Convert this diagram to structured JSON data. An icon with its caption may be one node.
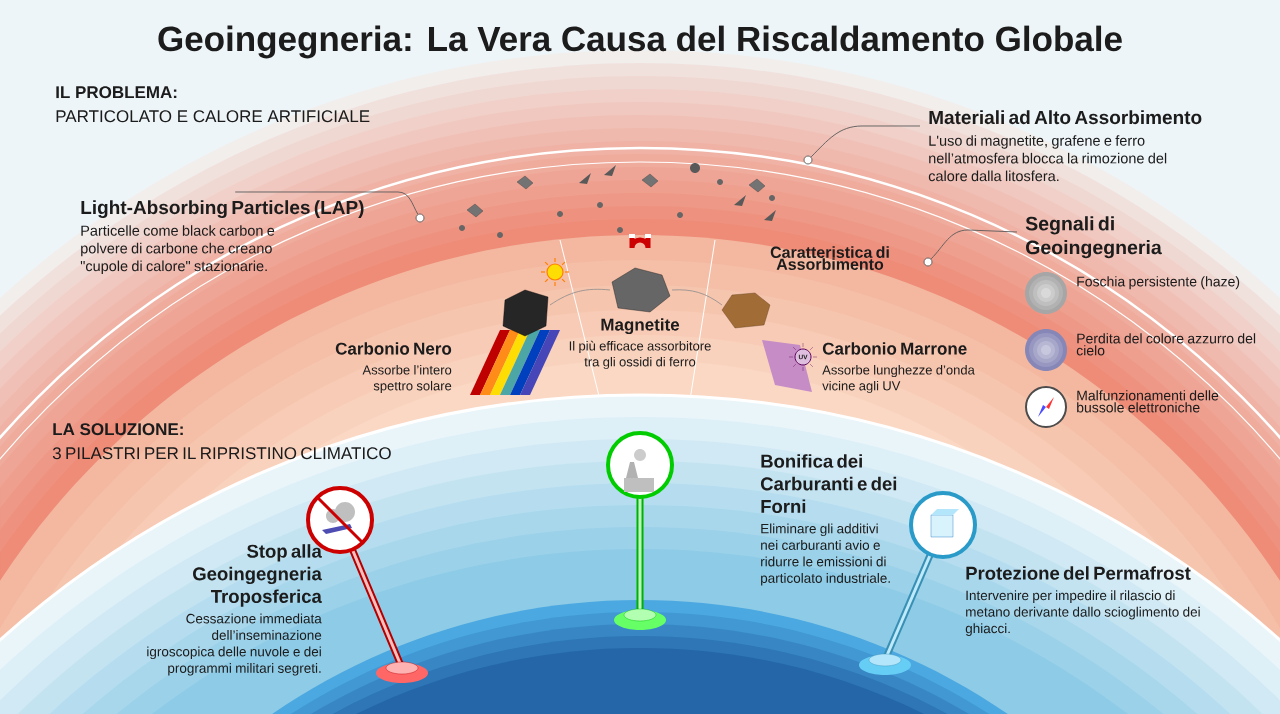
{
  "diagram": {
    "title": "Geoingegneria: La Vera Causa del Riscaldamento Globale",
    "nodes": [
      {
        "text": [
          "Light-Absorbing Particles (LAP)",
          "Particelle come black carbon e polvere di carbone che creano \"cupole di calore\" stazionarie."
        ]
      },
      {
        "text": [
          "Materiali ad Alto Assorbimento",
          "L'uso di magnetite, grafene e ferro nell’atmosfera blocca la rimozione del calore dalla litosfera."
        ]
      },
      {
        "text": [
          "Segnali di Geoingegneria"
        ]
      },
      {
        "text": [
          "Carbonio Nero",
          "Assorbe l’intero spettro solare"
        ]
      },
      {
        "text": [
          "Magnetite",
          "Il più efficace assorbitore tra gli ossidi di ferro"
        ]
      },
      {
        "text": [
          "Carbonio Marrone",
          "Assorbe lunghezze d’onda vicine agli UV"
        ]
      },
      {
        "text": [
          "Stop alla Geoingegneria Troposferica",
          "Cessazione immediata dell’inseminazione igroscopica delle nuvole e dei programmi militari segreti."
        ]
      },
      {
        "text": [
          "Bonifica dei Carburanti e dei Forni",
          "Eliminare gli additivi nei carburanti avio e ridurre le emissioni di particolato industriale."
        ]
      },
      {
        "text": [
          "Protezione del Permafrost",
          "Intervenire per impedire il rilascio di metano derivante dallo scioglimento dei ghiacci."
        ]
      },
      {
        "text": [],
        "shape": "circle"
      },
      {
        "text": [],
        "shape": "circle"
      },
      {
        "text": [],
        "shape": "circle"
      }
    ],
    "edges": [
      {
        "from": 0,
        "to": 9,
        "arrow": "none"
      },
      {
        "from": 1,
        "to": 10,
        "arrow": "none"
      },
      {
        "from": 2,
        "to": 11,
        "arrow": "none"
      }
    ],
    "labels": [
      "IL PROBLEMA:",
      "PARTICOLATO E CALORE ARTIFICIALE",
      "Caratteristica di Assorbimento",
      "UV",
      "Foschia persistente (haze)",
      "Perdita del colore azzurro del cielo",
      "Malfunzionamenti delle bussole elettroniche",
      "LA SOLUZIONE:",
      "3 PILASTRI PER IL RIPRISTINO CLIMATICO"
    ]
  }
}
